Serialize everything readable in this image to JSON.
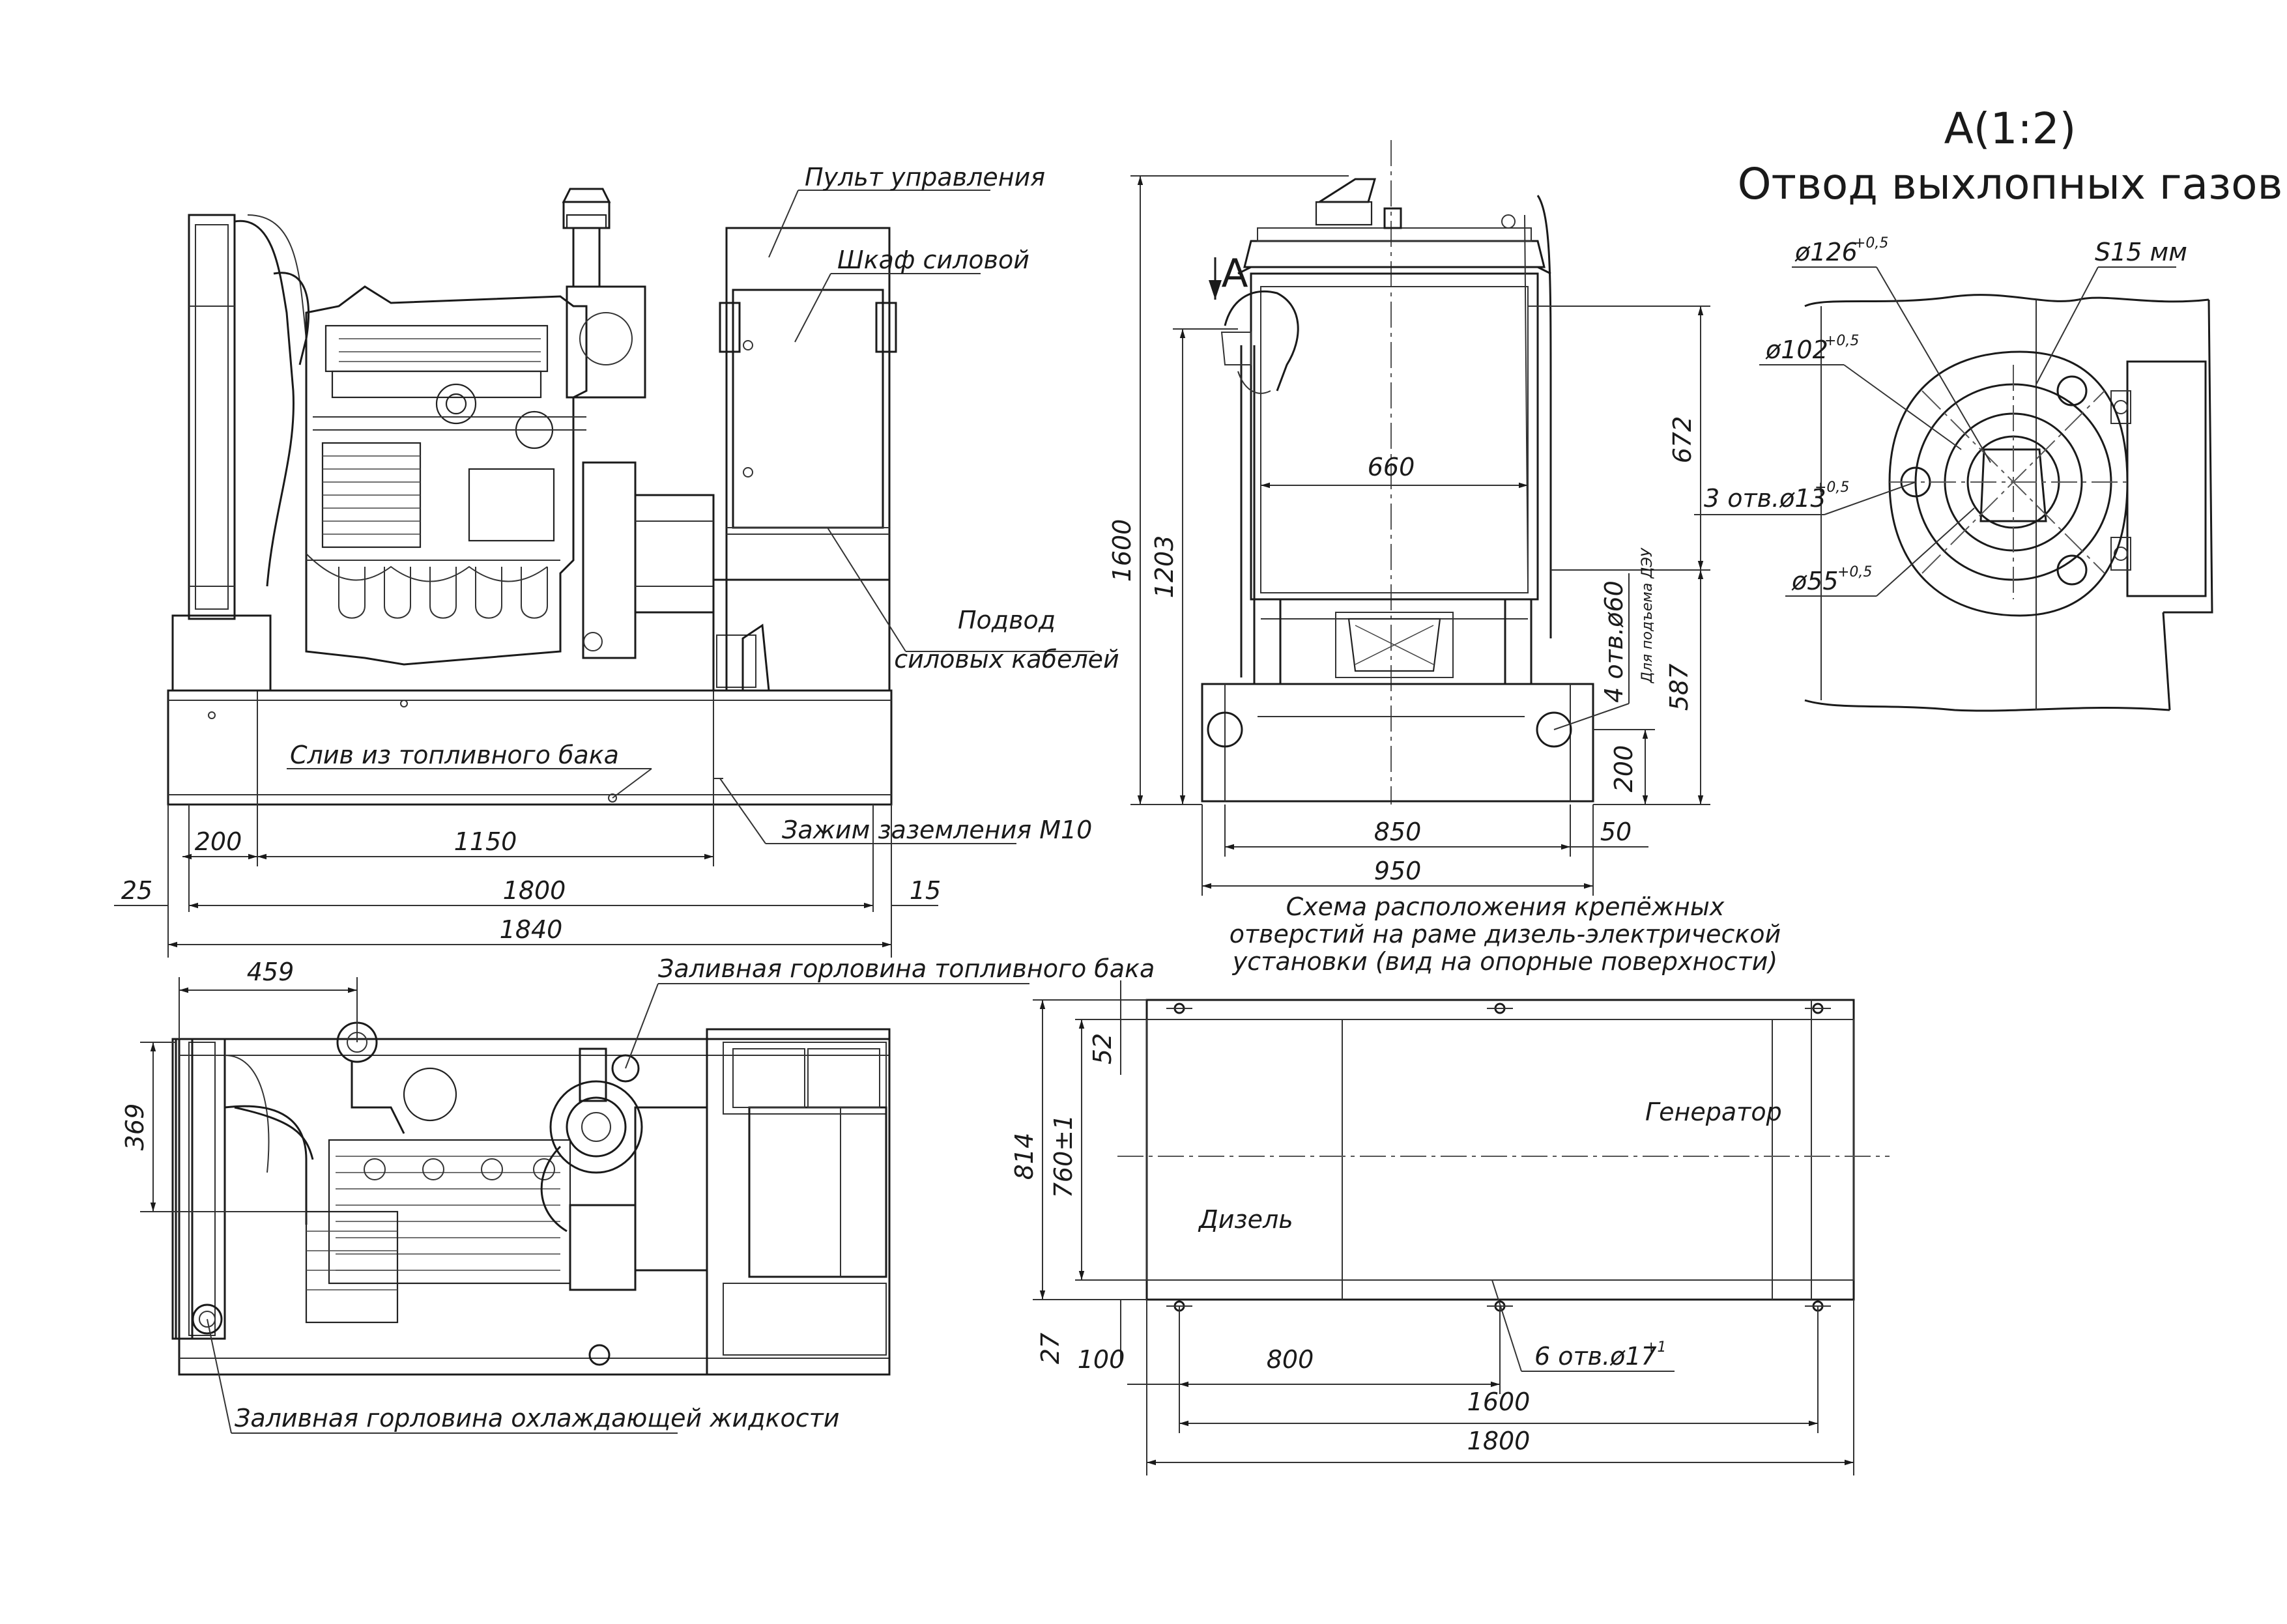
{
  "detail": {
    "title": "А(1:2)",
    "subtitle": "Отвод выхлопных газов",
    "d126": "ø126",
    "d126_tol": "+0,5",
    "s15": "S15 мм",
    "d102": "ø102",
    "d102_tol": "+0,5",
    "holes13": "3 отв.ø13",
    "holes13_tol": "+0,5",
    "d55": "ø55",
    "d55_tol": "+0,5"
  },
  "side_view": {
    "control_panel": "Пульт управления",
    "power_cabinet": "Шкаф силовой",
    "cable_inlet_1": "Подвод",
    "cable_inlet_2": "силовых кабелей",
    "fuel_drain": "Слив из топливного бака",
    "ground_clamp": "Зажим заземления М10",
    "dim_200": "200",
    "dim_1150": "1150",
    "dim_25": "25",
    "dim_1800": "1800",
    "dim_15": "15",
    "dim_1840": "1840"
  },
  "end_view": {
    "section_mark": "А",
    "dim_1600": "1600",
    "dim_1203": "1203",
    "dim_660": "660",
    "dim_672": "672",
    "lift_holes": "4 отв.ø60",
    "lift_note": "Для подъема ДЭУ",
    "dim_587": "587",
    "dim_200": "200",
    "dim_850": "850",
    "dim_50": "50",
    "dim_950": "950"
  },
  "top_view": {
    "dim_459": "459",
    "dim_369": "369",
    "fuel_filler": "Заливная горловина топливного бака",
    "coolant_filler": "Заливная горловина охлаждающей жидкости"
  },
  "mount_scheme": {
    "title_1": "Схема расположения крепёжных",
    "title_2": "отверстий на раме дизель-электрической",
    "title_3": "установки (вид на опорные поверхности)",
    "generator": "Генератор",
    "diesel": "Дизель",
    "holes17": "6 отв.ø17",
    "holes17_tol": "+1",
    "dim_52": "52",
    "dim_814": "814",
    "dim_760": "760±1",
    "dim_27": "27",
    "dim_100": "100",
    "dim_800": "800",
    "dim_1600": "1600",
    "dim_1800": "1800"
  }
}
